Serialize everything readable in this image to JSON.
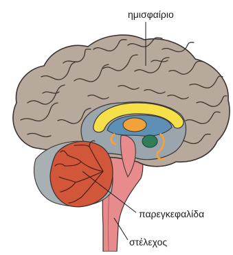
{
  "labels": {
    "hemisphere": "ημισφαίριο",
    "cerebellum": "παρεγκεφαλίδα",
    "brainstem": "στέλεχος"
  },
  "colors": {
    "cortex": "#b7aa9c",
    "cortex_outline": "#3a3330",
    "inner": "#9aa5ad",
    "corpus_callosum": "#f6e04a",
    "ventricle": "#5e8fb5",
    "thalamus": "#f3a23a",
    "hypothalamus": "#2f7d5a",
    "cerebellum": "#d2563a",
    "brainstem": "#e78b8d",
    "leader_line": "#1a1a1a"
  }
}
